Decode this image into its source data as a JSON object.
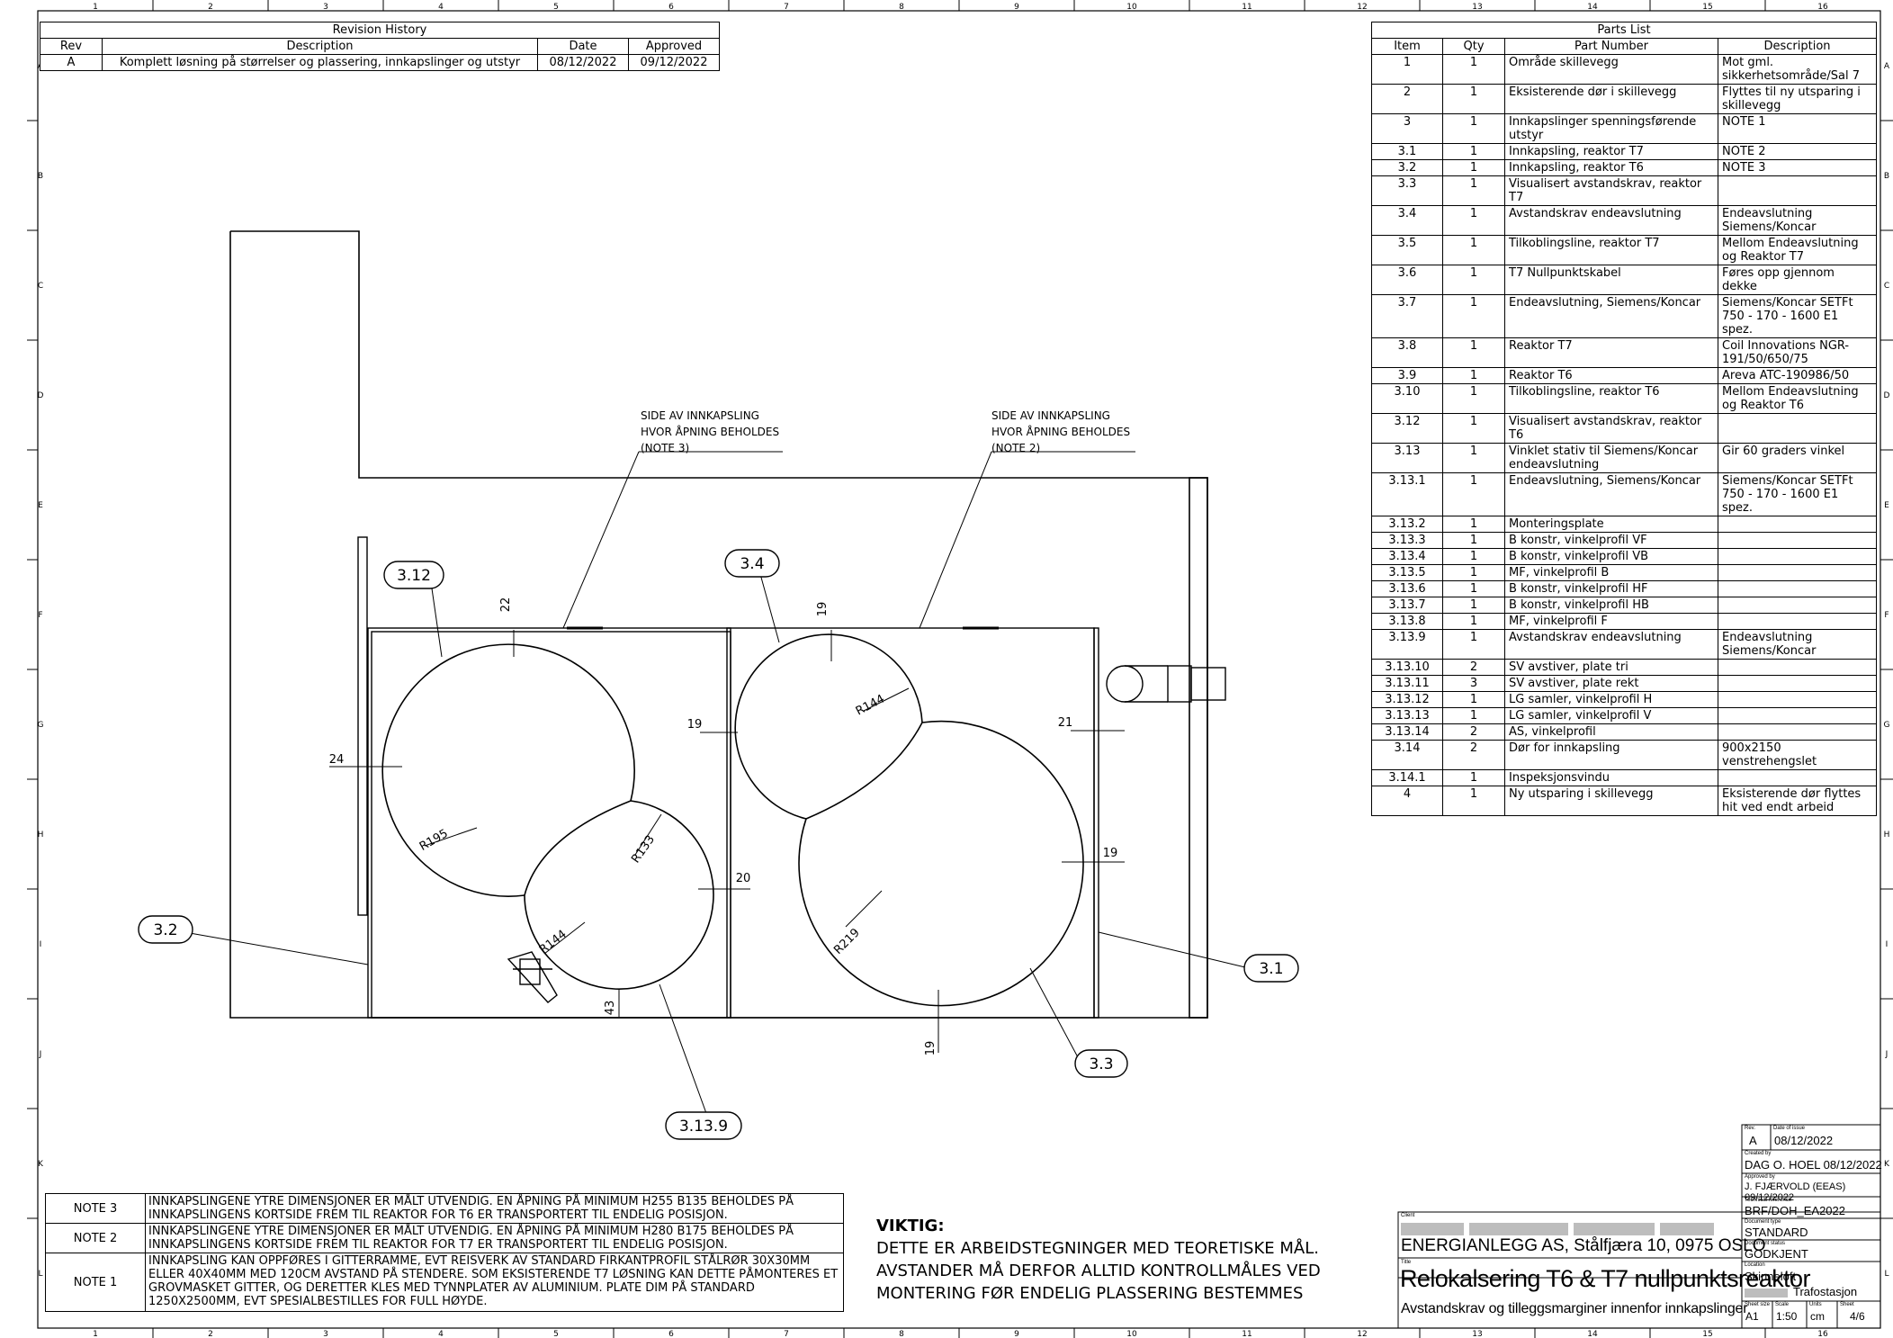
{
  "border": {
    "columns": [
      "1",
      "2",
      "3",
      "4",
      "5",
      "6",
      "7",
      "8",
      "9",
      "10",
      "11",
      "12",
      "13",
      "14",
      "15",
      "16"
    ],
    "rows": [
      "A",
      "B",
      "C",
      "D",
      "E",
      "F",
      "G",
      "H",
      "I",
      "J",
      "K",
      "L"
    ]
  },
  "revision_history": {
    "title": "Revision History",
    "headers": [
      "Rev",
      "Description",
      "Date",
      "Approved"
    ],
    "rows": [
      [
        "A",
        "Komplett løsning på størrelser og plassering, innkapslinger og utstyr",
        "08/12/2022",
        "09/12/2022"
      ]
    ]
  },
  "parts_list": {
    "title": "Parts List",
    "headers": [
      "Item",
      "Qty",
      "Part Number",
      "Description"
    ],
    "rows": [
      [
        "1",
        "1",
        "Område skillevegg",
        "Mot gml. sikkerhetsområde/Sal 7"
      ],
      [
        "2",
        "1",
        "Eksisterende dør i skillevegg",
        "Flyttes til ny utsparing i skillevegg"
      ],
      [
        "3",
        "1",
        "Innkapslinger spenningsførende utstyr",
        "NOTE 1"
      ],
      [
        "3.1",
        "1",
        "Innkapsling, reaktor T7",
        "NOTE 2"
      ],
      [
        "3.2",
        "1",
        "Innkapsling, reaktor T6",
        "NOTE 3"
      ],
      [
        "3.3",
        "1",
        "Visualisert avstandskrav, reaktor T7",
        ""
      ],
      [
        "3.4",
        "1",
        "Avstandskrav endeavslutning",
        "Endeavslutning Siemens/Koncar"
      ],
      [
        "3.5",
        "1",
        "Tilkoblingsline, reaktor T7",
        "Mellom Endeavslutning og Reaktor T7"
      ],
      [
        "3.6",
        "1",
        "T7 Nullpunktskabel",
        "Føres opp gjennom dekke"
      ],
      [
        "3.7",
        "1",
        "Endeavslutning, Siemens/Koncar",
        "Siemens/Koncar SETFt 750 - 170 - 1600 E1 spez."
      ],
      [
        "3.8",
        "1",
        "Reaktor T7",
        "Coil Innovations NGR-191/50/650/75"
      ],
      [
        "3.9",
        "1",
        "Reaktor T6",
        "Areva ATC-190986/50"
      ],
      [
        "3.10",
        "1",
        "Tilkoblingsline, reaktor T6",
        "Mellom Endeavslutning og Reaktor T6"
      ],
      [
        "3.12",
        "1",
        "Visualisert avstandskrav, reaktor T6",
        ""
      ],
      [
        "3.13",
        "1",
        "Vinklet stativ til Siemens/Koncar endeavslutning",
        "Gir 60 graders vinkel"
      ],
      [
        "3.13.1",
        "1",
        "Endeavslutning, Siemens/Koncar",
        "Siemens/Koncar SETFt 750 - 170 - 1600 E1 spez."
      ],
      [
        "3.13.2",
        "1",
        "Monteringsplate",
        ""
      ],
      [
        "3.13.3",
        "1",
        "B konstr, vinkelprofil VF",
        ""
      ],
      [
        "3.13.4",
        "1",
        "B konstr, vinkelprofil VB",
        ""
      ],
      [
        "3.13.5",
        "1",
        "MF, vinkelprofil B",
        ""
      ],
      [
        "3.13.6",
        "1",
        "B konstr, vinkelprofil HF",
        ""
      ],
      [
        "3.13.7",
        "1",
        "B konstr, vinkelprofil HB",
        ""
      ],
      [
        "3.13.8",
        "1",
        "MF, vinkelprofil F",
        ""
      ],
      [
        "3.13.9",
        "1",
        "Avstandskrav endeavslutning",
        "Endeavslutning Siemens/Koncar"
      ],
      [
        "3.13.10",
        "2",
        "SV avstiver, plate tri",
        ""
      ],
      [
        "3.13.11",
        "3",
        "SV avstiver, plate rekt",
        ""
      ],
      [
        "3.13.12",
        "1",
        "LG samler, vinkelprofil H",
        ""
      ],
      [
        "3.13.13",
        "1",
        "LG samler, vinkelprofil V",
        ""
      ],
      [
        "3.13.14",
        "2",
        "AS, vinkelprofil",
        ""
      ],
      [
        "3.14",
        "2",
        "Dør for innkapsling",
        "900x2150 venstrehengslet"
      ],
      [
        "3.14.1",
        "1",
        "Inspeksjonsvindu",
        ""
      ],
      [
        "4",
        "1",
        "Ny utsparing i skillevegg",
        "Eksisterende dør flyttes hit ved endt arbeid"
      ]
    ]
  },
  "drawing": {
    "leader_notes": [
      {
        "lines": [
          "SIDE AV INNKAPSLING",
          "HVOR ÅPNING BEHOLDES",
          "(NOTE 3)"
        ]
      },
      {
        "lines": [
          "SIDE AV INNKAPSLING",
          "HVOR ÅPNING BEHOLDES",
          "(NOTE 2)"
        ]
      }
    ],
    "balloons": [
      "3.12",
      "3.4",
      "3.2",
      "3.1",
      "3.3",
      "3.13.9"
    ],
    "dimensions": [
      "22",
      "19",
      "24",
      "19",
      "21",
      "20",
      "19",
      "43",
      "19"
    ],
    "radii": [
      "R195",
      "R133",
      "R144",
      "R144",
      "R219"
    ]
  },
  "notes": [
    {
      "label": "NOTE 3",
      "text": "INNKAPSLINGENE YTRE DIMENSJONER ER MÅLT UTVENDIG. EN ÅPNING PÅ MINIMUM H255 B135 BEHOLDES PÅ INNKAPSLINGENS KORTSIDE FREM TIL REAKTOR FOR T6 ER TRANSPORTERT TIL ENDELIG POSISJON."
    },
    {
      "label": "NOTE 2",
      "text": "INNKAPSLINGENE YTRE DIMENSJONER ER MÅLT UTVENDIG. EN ÅPNING PÅ MINIMUM H280 B175 BEHOLDES PÅ INNKAPSLINGENS KORTSIDE FREM TIL REAKTOR FOR T7 ER TRANSPORTERT TIL ENDELIG POSISJON."
    },
    {
      "label": "NOTE 1",
      "text": "INNKAPSLING KAN OPPFØRES I GITTERRAMME, EVT REISVERK AV STANDARD FIRKANTPROFIL STÅLRØR 30X30MM ELLER 40X40MM MED 120CM AVSTAND PÅ STENDERE. SOM EKSISTERENDE T7 LØSNING KAN DETTE PÅMONTERES ET GROVMASKET GITTER, OG DERETTER KLES MED TYNNPLATER AV ALUMINIUM. PLATE DIM PÅ STANDARD 1250X2500MM, EVT SPESIALBESTILLES FOR FULL HØYDE."
    }
  ],
  "important": {
    "heading": "VIKTIG:",
    "lines": [
      "DETTE ER ARBEIDSTEGNINGER MED TEORETISKE MÅL.",
      "AVSTANDER MÅ DERFOR ALLTID KONTROLLMÅLES VED",
      "MONTERING FØR ENDELIG PLASSERING BESTEMMES"
    ]
  },
  "title_block": {
    "rev_label": "Rev.",
    "rev": "A",
    "date_label": "Date of issue",
    "date": "08/12/2022",
    "created_label": "Created by",
    "created": "DAG O. HOEL  08/12/2022",
    "approved_label": "Approved by",
    "approved": "J. FJÆRVOLD (EEAS) 09/12/2022",
    "techref_label": "Technical reference",
    "techref": "BRF/DOH_EA2022",
    "doctype_label": "Document type",
    "doctype": "STANDARD",
    "docstatus_label": "Document status",
    "docstatus": "GODKJENT",
    "location_label": "Location",
    "location1": "Skinneloft",
    "location2": "Trafostasjon",
    "client_label": "Client",
    "client": "ENERGIANLEGG AS, Stålfjæra 10, 0975 OSLO",
    "title_label": "Title",
    "title": "Relokalsering T6 & T7 nullpunktsreaktor",
    "subtitle": "Avstandskrav og tilleggsmarginer innenfor innkapslinger",
    "sheetsize_label": "Sheet size",
    "sheetsize": "A1",
    "scale_label": "Scale",
    "scale": "1:50",
    "units_label": "Units",
    "units": "cm",
    "sheet_label": "Sheet",
    "sheet": "4/6"
  }
}
